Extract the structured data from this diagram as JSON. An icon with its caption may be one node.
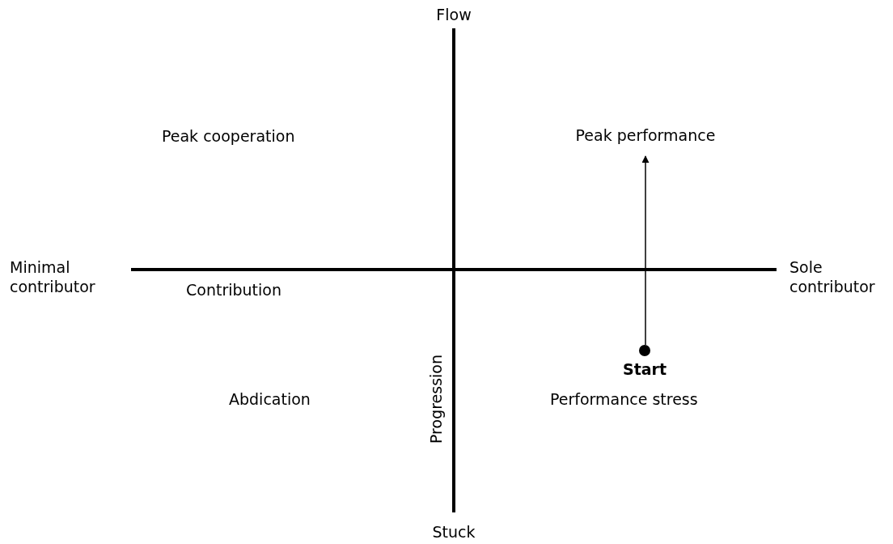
{
  "diagram": {
    "nodes": [
      {
        "text": [
          "Peak performance"
        ]
      },
      {
        "text": [],
        "shape": "circle",
        "beside": [
          "Start"
        ]
      }
    ],
    "edges": [
      {
        "from": 1,
        "to": 0,
        "arrow": "to"
      }
    ],
    "labels": [
      "Flow",
      "Peak cooperation",
      "Minimal contributor",
      "Contribution",
      "Sole contributor",
      "Progression",
      "Abdication",
      "Performance stress",
      "Stuck"
    ]
  }
}
